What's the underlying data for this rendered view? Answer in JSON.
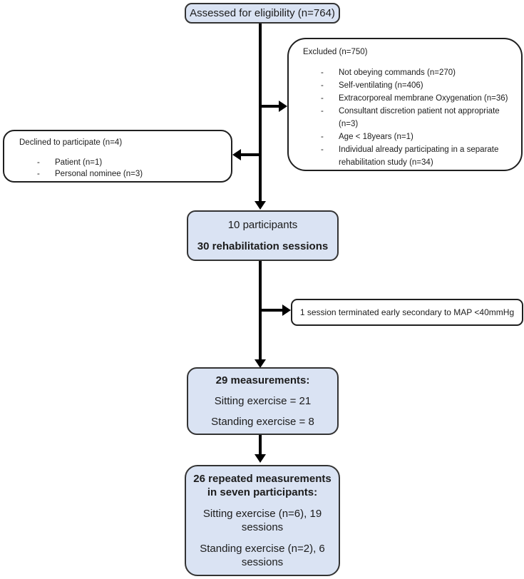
{
  "bullet": "-",
  "colors": {
    "highlight_box_fill": "#dae3f3",
    "highlight_box_border": "#333333",
    "plain_box_fill": "#ffffff",
    "plain_box_border": "#1f1f1f",
    "arrow": "#000000",
    "text": "#1c1c1c"
  },
  "boxes": {
    "assessed": {
      "label": "Assessed for eligibility (n=764)"
    },
    "excluded": {
      "title": "Excluded (n=750)",
      "items": [
        "Not obeying commands (n=270)",
        "Self-ventilating (n=406)",
        "Extracorporeal membrane Oxygenation (n=36)",
        "Consultant discretion patient not appropriate (n=3)",
        "Age < 18years (n=1)",
        "Individual already participating in a separate rehabilitation study (n=34)"
      ]
    },
    "declined": {
      "title": "Declined to participate (n=4)",
      "items": [
        "Patient (n=1)",
        "Personal nominee (n=3)"
      ]
    },
    "participants": {
      "line1": "10 participants",
      "line2": "30 rehabilitation sessions"
    },
    "terminated": {
      "label": "1 session terminated early secondary to MAP <40mmHg"
    },
    "measurements": {
      "title": "29 measurements:",
      "line1": "Sitting exercise = 21",
      "line2": "Standing exercise = 8"
    },
    "repeated": {
      "title": "26 repeated measurements in seven participants:",
      "line1": "Sitting exercise (n=6), 19 sessions",
      "line2": "Standing exercise (n=2), 6 sessions"
    }
  }
}
